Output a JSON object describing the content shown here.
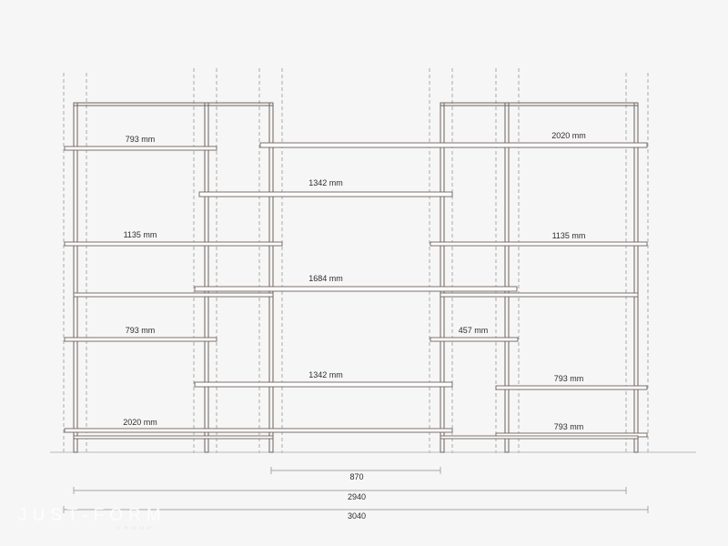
{
  "shelf_labels": {
    "l1": "793 mm",
    "l2": "1342 mm",
    "l3": "1135 mm",
    "l4": "1684 mm",
    "l5": "793 mm",
    "l6": "1342 mm",
    "l7": "2020 mm",
    "r1": "2020 mm",
    "r2": "1135 mm",
    "r3": "457 mm",
    "r4": "793 mm",
    "r5": "793 mm"
  },
  "dimensions": {
    "d1": "870",
    "d2": "2940",
    "d3": "3040"
  },
  "logo": {
    "text": "JUST-FORM",
    "sub": "GROUP"
  },
  "colors": {
    "background": "#f6f6f6",
    "frame": "#6e625c",
    "guide": "#8a8a8a"
  }
}
